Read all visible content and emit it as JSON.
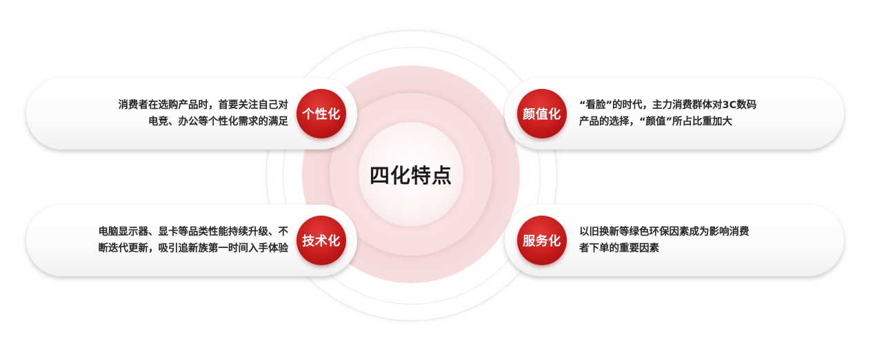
{
  "center": {
    "title": "四化特点"
  },
  "features": {
    "personalized": {
      "badge": "个性化",
      "lines": [
        "消费者在选购产品时，首要关注自己对",
        "电竞、办公等个性化需求的满足"
      ]
    },
    "appearance": {
      "badge": "颜值化",
      "lines": [
        "“看脸”的时代，主力消费群体对3C数码",
        "产品的选择，“颜值”所占比重加大"
      ]
    },
    "technical": {
      "badge": "技术化",
      "lines": [
        "电脑显示器、显卡等品类性能持续升级、不",
        "断迭代更新，吸引追新族第一时间入手体验"
      ]
    },
    "service": {
      "badge": "服务化",
      "lines": [
        "以旧换新等绿色环保因素成为影响消费",
        "者下单的重要因素"
      ]
    }
  },
  "colors": {
    "badge_red": "#c41a1a",
    "ring_pink": "#f4d0d0",
    "text_dark": "#262626"
  }
}
